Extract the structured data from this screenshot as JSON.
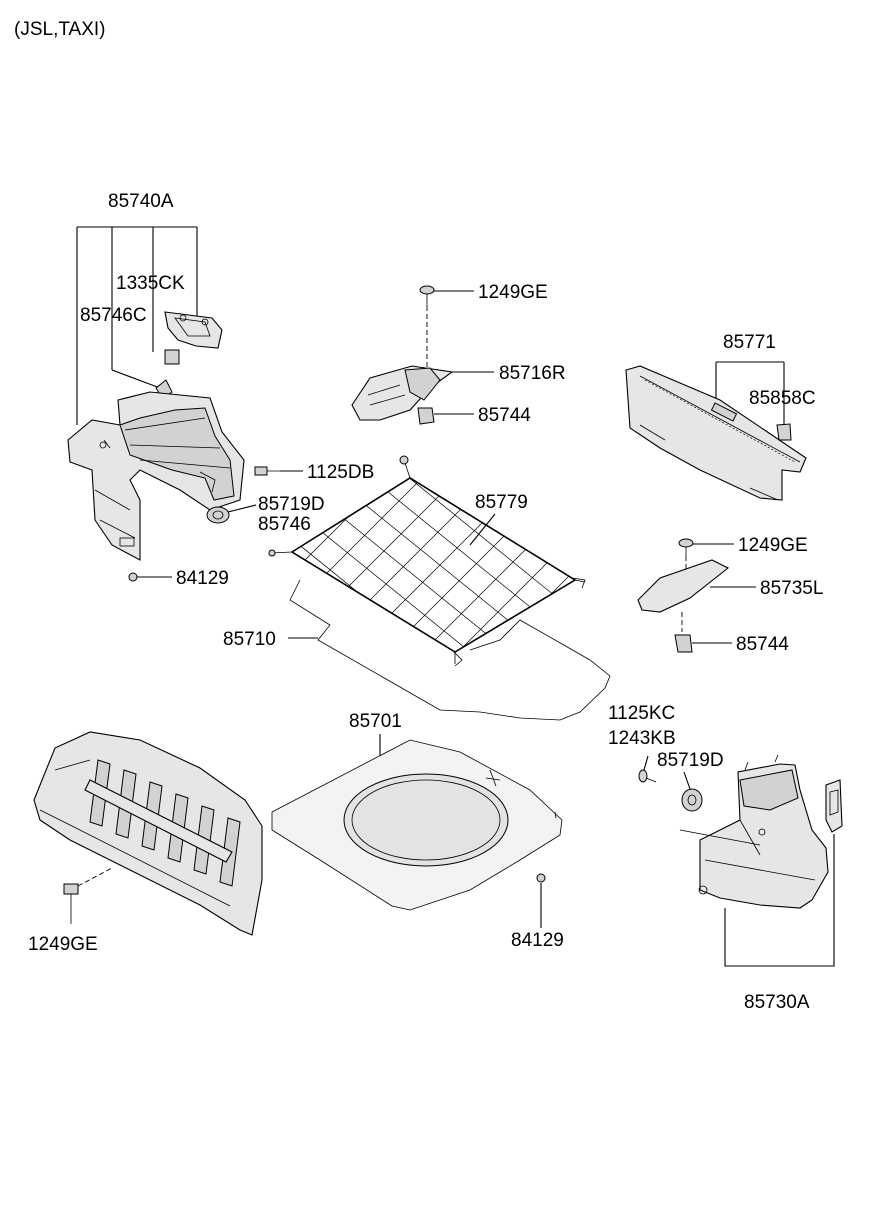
{
  "header": {
    "variant": "(JSL,TAXI)"
  },
  "labels": {
    "l85740A": "85740A",
    "l1335CK": "1335CK",
    "l85746C": "85746C",
    "l1125DB": "1125DB",
    "l85719D_left": "85719D",
    "l85746": "85746",
    "l84129_left": "84129",
    "l1249GE_top": "1249GE",
    "l85716R": "85716R",
    "l85744_top": "85744",
    "l85779": "85779",
    "l85710": "85710",
    "l85771": "85771",
    "l85858C": "85858C",
    "l1249GE_right": "1249GE",
    "l85735L": "85735L",
    "l85744_right": "85744",
    "l1125KC": "1125KC",
    "l1243KB": "1243KB",
    "l85719D_right": "85719D",
    "l85701": "85701",
    "l84129_bottom": "84129",
    "l1249GE_bottom": "1249GE",
    "l85730A": "85730A"
  }
}
